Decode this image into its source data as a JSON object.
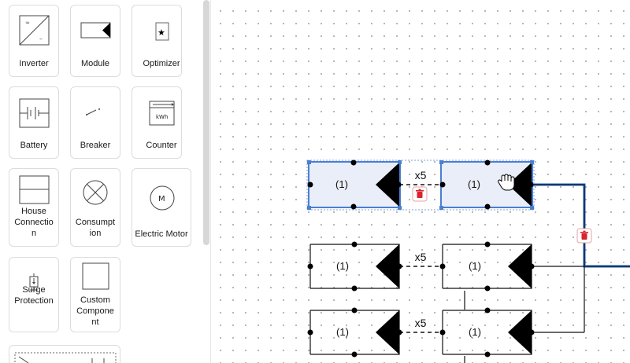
{
  "palette": {
    "items": [
      {
        "label": "Inverter",
        "icon": "inverter-icon"
      },
      {
        "label": "Module",
        "icon": "module-icon"
      },
      {
        "label": "Optimizer",
        "icon": "optimizer-icon"
      },
      {
        "label": "Battery",
        "icon": "battery-icon"
      },
      {
        "label": "Breaker",
        "icon": "breaker-icon"
      },
      {
        "label": "Counter",
        "icon": "counter-icon",
        "icon_text": "kWh"
      },
      {
        "label": "House\nConnectio\nn",
        "icon": "house-connection-icon"
      },
      {
        "label": "Consumpt\nion",
        "icon": "consumption-icon"
      },
      {
        "label": "Electric Motor",
        "icon": "electric-motor-icon",
        "icon_text": "M"
      },
      {
        "label": "Surge\nProtection",
        "icon": "surge-protection-icon"
      },
      {
        "label": "Custom\nCompone\nnt",
        "icon": "custom-component-icon"
      }
    ]
  },
  "diagram": {
    "rows": [
      {
        "left_module": "(1)",
        "right_module": "(1)",
        "multiplier": "x5",
        "selected": true
      },
      {
        "left_module": "(1)",
        "right_module": "(1)",
        "multiplier": "x5",
        "selected": false
      },
      {
        "left_module": "(1)",
        "right_module": "(1)",
        "multiplier": "x5",
        "selected": false
      }
    ],
    "colors": {
      "selection": "#4a7fd0",
      "selection_fill": "#e9eef8",
      "wire_selected": "#1d5fb8",
      "delete": "#d9232e"
    }
  }
}
